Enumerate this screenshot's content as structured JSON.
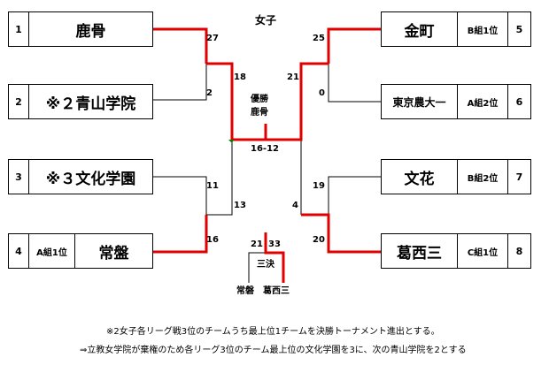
{
  "title": "女子",
  "final": {
    "winner_label": "優勝",
    "winner_name": "鹿骨",
    "score": "16-12",
    "semi_left_top_score": "18",
    "semi_right_top_score": "21",
    "semi_left_bottom_score": "13",
    "semi_right_bottom_score": "4"
  },
  "third_place": {
    "label": "三決",
    "left_score": "21",
    "right_score": "33",
    "teams": "常磐　葛西三"
  },
  "left_teams": [
    {
      "num": "1",
      "name": "鹿骨",
      "group": "",
      "score": "27"
    },
    {
      "num": "2",
      "name": "※２青山学院",
      "group": "",
      "score": "2"
    },
    {
      "num": "3",
      "name": "※３文化学園",
      "group": "",
      "score": "11"
    },
    {
      "num": "4",
      "name": "常盤",
      "group": "A組1位",
      "score": "16"
    }
  ],
  "right_teams": [
    {
      "num": "5",
      "name": "金町",
      "group": "B組1位",
      "score": "25"
    },
    {
      "num": "6",
      "name": "東京農大一",
      "group": "A組2位",
      "score": "0"
    },
    {
      "num": "7",
      "name": "文花",
      "group": "B組2位",
      "score": "19"
    },
    {
      "num": "8",
      "name": "葛西三",
      "group": "C組1位",
      "score": "20"
    }
  ],
  "notes": [
    "※2女子各リーグ戦3位のチームうち最上位1チームを決勝トーナメント進出とする。",
    "⇒立教女学院が棄権のため各リーグ3位のチーム最上位の文化学園を3に、次の青山学院を2とする"
  ],
  "colors": {
    "win_line": "#e00000",
    "line": "#000000",
    "final_marker": "#008000"
  }
}
